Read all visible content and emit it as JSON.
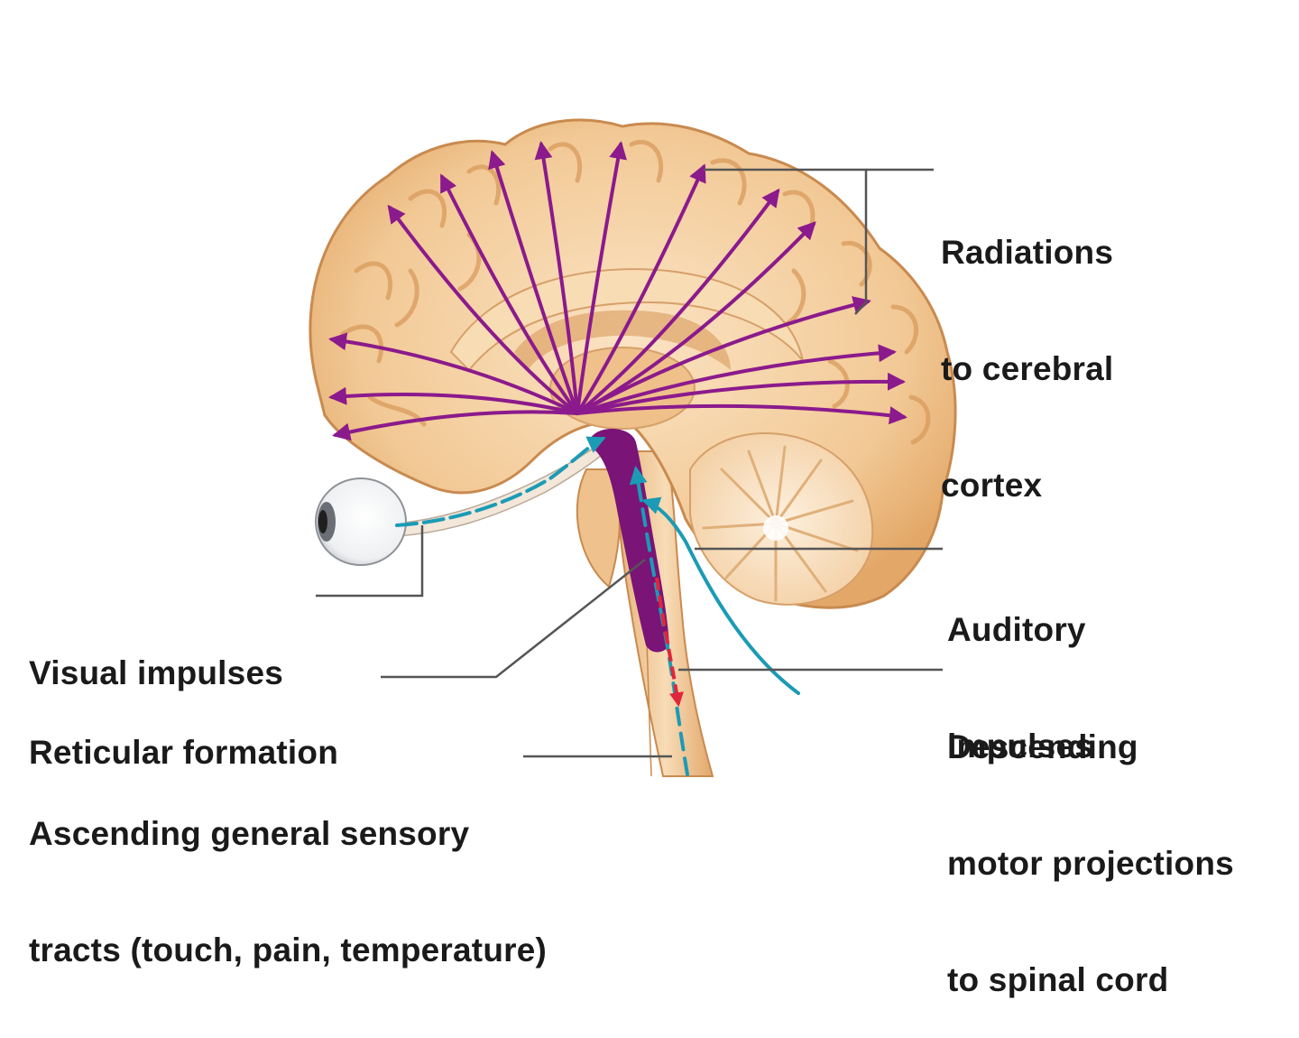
{
  "labels": {
    "radiations": [
      "Radiations",
      "to cerebral",
      "cortex"
    ],
    "auditory": [
      "Auditory",
      "impulses"
    ],
    "visual": "Visual impulses",
    "reticular": "Reticular formation",
    "descending": [
      "Descending",
      "motor projections",
      "to spinal cord"
    ],
    "ascending": [
      "Ascending general sensory",
      "tracts (touch, pain, temperature)"
    ]
  },
  "colors": {
    "brain_fill": "#f2c996",
    "brain_dark": "#d89a5c",
    "brain_light": "#f9e2c2",
    "radiation_arrow": "#8b1a8c",
    "reticular_formation": "#7a1477",
    "sensory_arrow": "#1b9bb5",
    "motor_arrow": "#e0263a",
    "leader_line": "#555555"
  }
}
